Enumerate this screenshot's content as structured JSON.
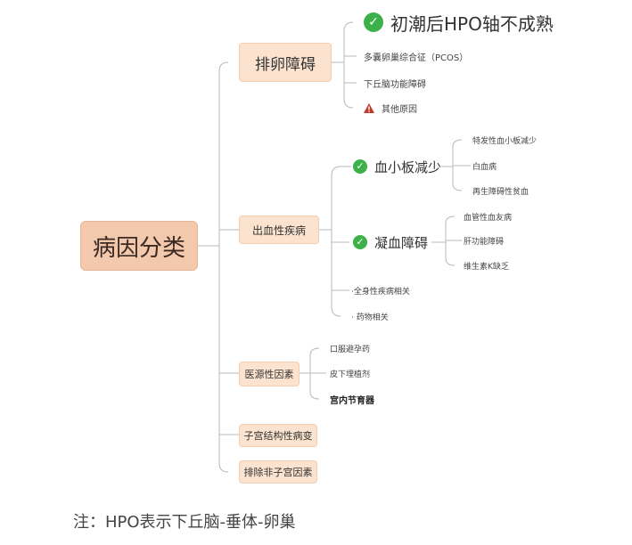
{
  "root": {
    "label": "病因分类"
  },
  "anovulation": {
    "label": "排卵障碍",
    "items": {
      "hpo_immature": "初潮后HPO轴不成熟",
      "pcos": "多囊卵巢综合征（PCOS）",
      "hypothalamic": "下丘脑功能障碍",
      "other": "其他原因"
    }
  },
  "bleeding": {
    "label": "出血性疾病",
    "thrombocytopenia": {
      "label": "血小板减少",
      "items": {
        "itp": "特发性血小板减少",
        "leukemia": "白血病",
        "aplastic": "再生障碍性贫血"
      }
    },
    "coagulation": {
      "label": "凝血障碍",
      "items": {
        "hemophilia": "血管性血友病",
        "liver": "肝功能障碍",
        "vitk": "维生素K缺乏"
      }
    },
    "systemic": "·全身性疾病相关",
    "drug": "· 药物相关"
  },
  "iatrogenic": {
    "label": "医源性因素",
    "items": {
      "ocp": "口服避孕药",
      "implant": "皮下埋植剂",
      "iud": "宫内节育器"
    }
  },
  "structural": {
    "label": "子宫结构性病变"
  },
  "nonuterine": {
    "label": "排除非子宫因素"
  },
  "note": "注：HPO表示下丘脑-垂体-卵巢",
  "icons": {
    "check_color": "#3cb14a",
    "warning_color": "#c0392b"
  }
}
